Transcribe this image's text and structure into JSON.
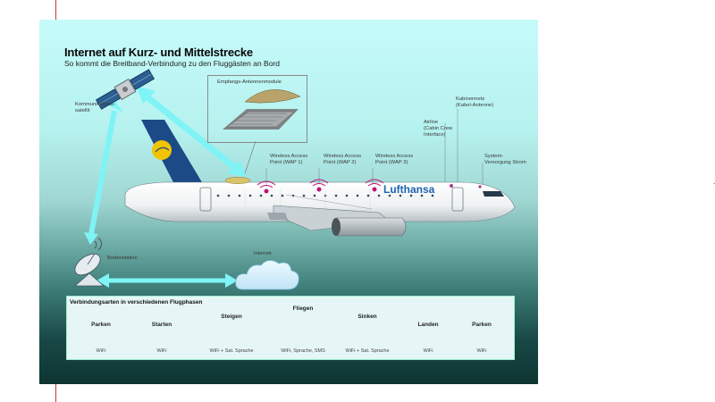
{
  "title": "Internet auf Kurz- und Mittelstrecke",
  "subtitle": "So kommt die Breitband-Verbindung zu den Fluggästen an Bord",
  "labels": {
    "satellite": "Kommunikations-\nsatellit",
    "antenna_inset": "Empfangs-Antennenmodule",
    "wap_1": "Wireless Access\nPoint (WAP 1)",
    "wap_2": "Wireless Access\nPoint (WAP 2)",
    "wap_3": "Wireless Access\nPoint (WAP 3)",
    "cabin_network": "Kabinennetz\n(Kabel-Antenne)",
    "crew_interface": "Airline\n(Cabin Crew\nInterface)",
    "system_supply": "System-\nVersorgung Strom",
    "ground_station": "Bodenstation",
    "internet": "Internet",
    "brand": "Lufthansa"
  },
  "legend": {
    "title": "Verbindungsarten in verschiedenen Flugphasen",
    "phases": [
      {
        "name": "Parken",
        "connection": "WiFi"
      },
      {
        "name": "Starten",
        "connection": "WiFi"
      },
      {
        "name": "Steigen",
        "connection": "WiFi + Sat. Sprache"
      },
      {
        "name": "Fliegen",
        "connection": "WiFi, Sprache, SMS"
      },
      {
        "name": "Sinken",
        "connection": "WiFi + Sat. Sprache"
      },
      {
        "name": "Landen",
        "connection": "WiFi"
      },
      {
        "name": "Parken",
        "connection": "WiFi"
      }
    ]
  },
  "colors": {
    "beam": "#7ff3f6",
    "fuselage": "#f2f4f5",
    "tail": "#1b4a86",
    "brand": "#1d64b0",
    "wap": "#c0127a"
  }
}
